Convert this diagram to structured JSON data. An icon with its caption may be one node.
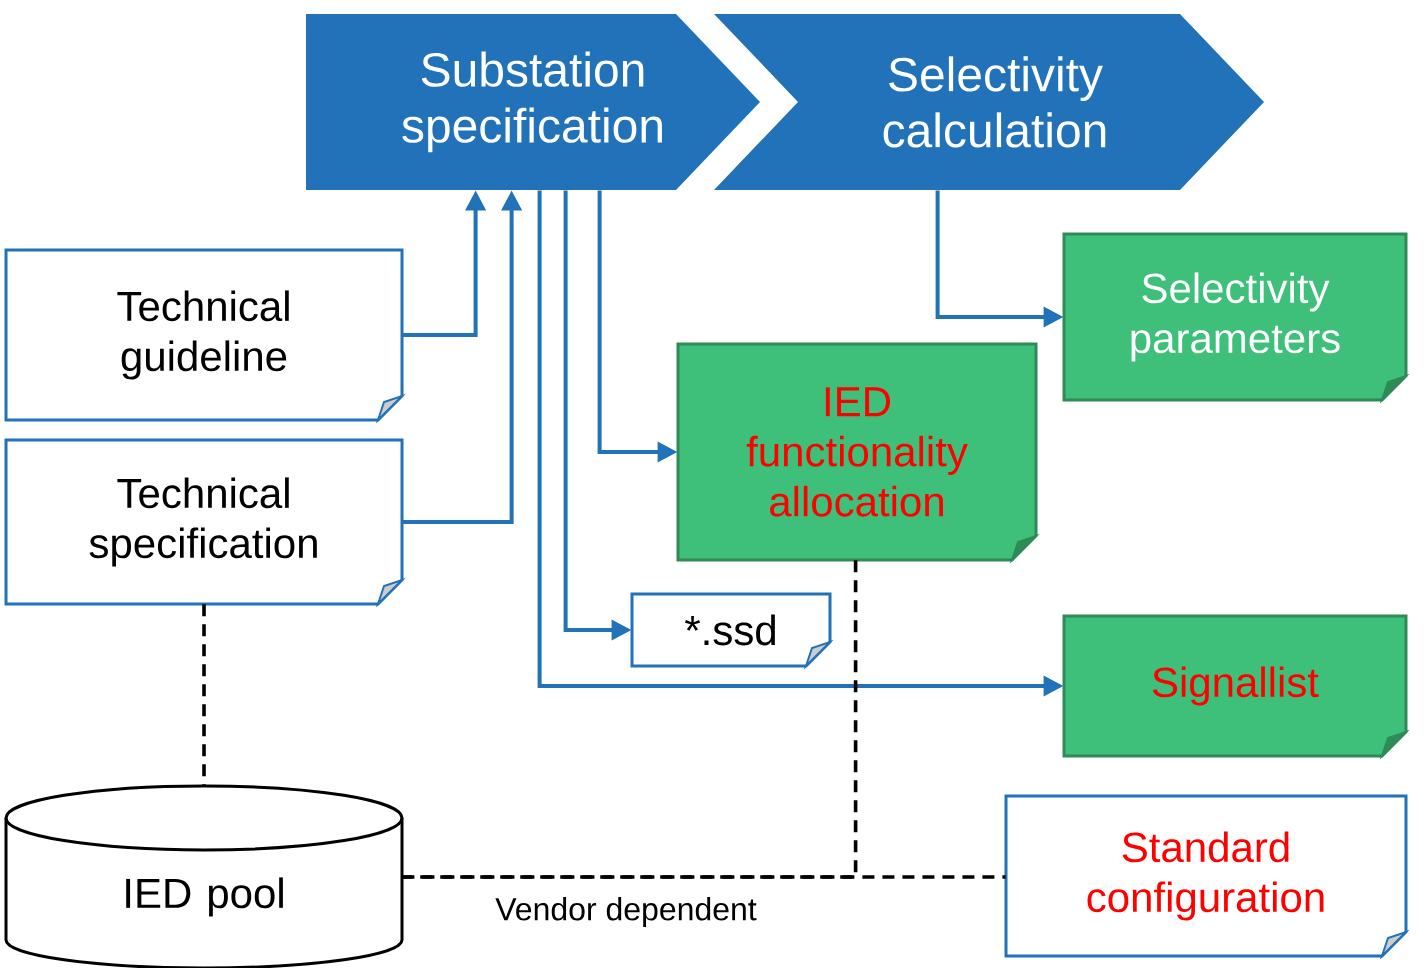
{
  "diagram": {
    "nodes": [
      {
        "text": [
          "Substation specification"
        ]
      },
      {
        "text": [
          "Selectivity calculation"
        ]
      },
      {
        "text": [
          "Technical guideline"
        ]
      },
      {
        "text": [
          "Technical specification"
        ]
      },
      {
        "text": [
          "Selectivity parameters"
        ]
      },
      {
        "text": [
          "IED functionality allocation"
        ]
      },
      {
        "text": [
          "*.ssd"
        ]
      },
      {
        "text": [
          "Signallist"
        ]
      },
      {
        "text": [
          "IED pool"
        ]
      },
      {
        "text": [
          "Standard configuration"
        ]
      }
    ],
    "edges": [
      {
        "from": 2,
        "to": 0,
        "arrow": "to"
      },
      {
        "from": 3,
        "to": 0,
        "arrow": "to"
      },
      {
        "from": 0,
        "to": 5,
        "arrow": "to"
      },
      {
        "from": 0,
        "to": 6,
        "arrow": "to"
      },
      {
        "from": 0,
        "to": 7,
        "arrow": "to"
      },
      {
        "from": 1,
        "to": 4,
        "arrow": "to"
      },
      {
        "from": 3,
        "to": 8,
        "arrow": "none",
        "style": "dashed",
        "color": "#000000"
      },
      {
        "from": 8,
        "to": 9,
        "arrow": "none",
        "style": "dashed",
        "color": "#000000",
        "label": "Vendor dependent"
      },
      {
        "from": 5,
        "to": 8,
        "arrow": "none",
        "style": "dashed",
        "color": "#000000"
      }
    ]
  }
}
